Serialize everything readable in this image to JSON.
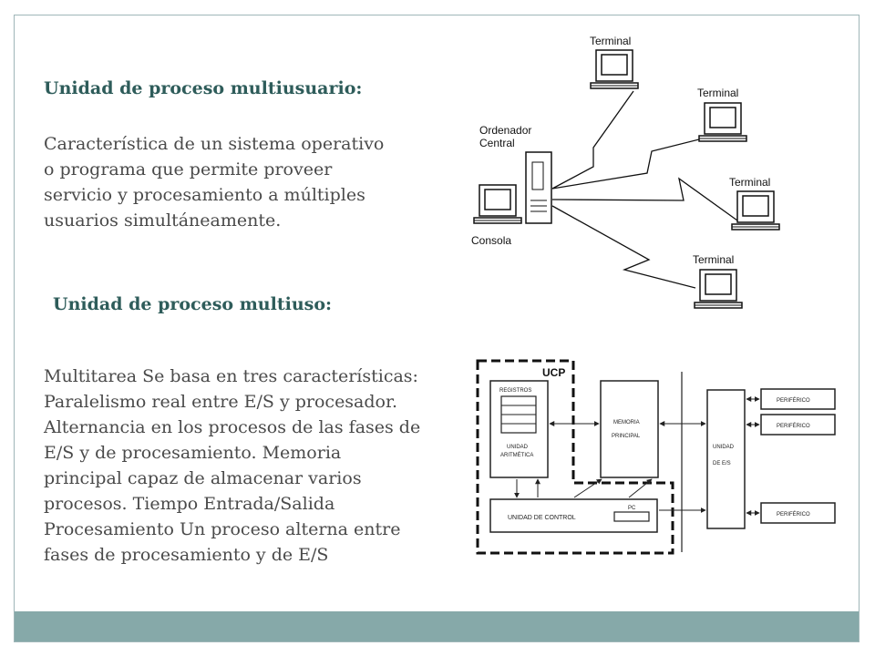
{
  "section1": {
    "title": "Unidad de proceso multiusuario:",
    "lines": [
      "Característica de un sistema operativo",
      "o programa que permite proveer",
      "servicio y procesamiento a múltiples",
      "usuarios simultáneamente."
    ]
  },
  "section2": {
    "title": "Unidad de proceso multiuso:",
    "lines": [
      "Multitarea Se basa en tres características:",
      "Paralelismo real entre E/S y procesador.",
      "Alternancia en los procesos de las fases de",
      "E/S y de procesamiento. Memoria",
      "principal capaz de almacenar varios",
      "procesos. Tiempo Entrada/Salida",
      "Procesamiento Un proceso alterna entre",
      "fases de procesamiento y de E/S"
    ]
  },
  "network_diagram": {
    "terminal_label": "Terminal",
    "computer_label_1": "Ordenador",
    "computer_label_2": "Central",
    "console_label": "Consola"
  },
  "cpu_diagram": {
    "ucp": "UCP",
    "registros": "REGISTROS",
    "alu_1": "UNIDAD",
    "alu_2": "ARITMÉTICA",
    "memory_1": "MEMORIA",
    "memory_2": "PRINCIPAL",
    "control": "UNIDAD DE CONTROL",
    "pc": "PC",
    "io_1": "UNIDAD",
    "io_2": "DE E/S",
    "peripheral": "PERIFÉRICO"
  }
}
